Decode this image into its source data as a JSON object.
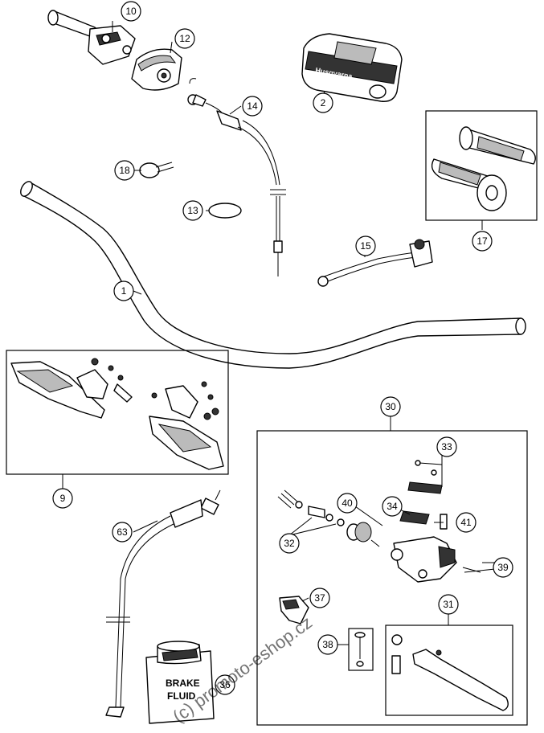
{
  "diagram": {
    "callouts": [
      {
        "id": "c10",
        "label": "10"
      },
      {
        "id": "c12",
        "label": "12"
      },
      {
        "id": "c2",
        "label": "2"
      },
      {
        "id": "c14",
        "label": "14"
      },
      {
        "id": "c17",
        "label": "17"
      },
      {
        "id": "c18",
        "label": "18"
      },
      {
        "id": "c13",
        "label": "13"
      },
      {
        "id": "c15",
        "label": "15"
      },
      {
        "id": "c1",
        "label": "1"
      },
      {
        "id": "c9",
        "label": "9"
      },
      {
        "id": "c30",
        "label": "30"
      },
      {
        "id": "c33",
        "label": "33"
      },
      {
        "id": "c40",
        "label": "40"
      },
      {
        "id": "c34",
        "label": "34"
      },
      {
        "id": "c41",
        "label": "41"
      },
      {
        "id": "c32",
        "label": "32"
      },
      {
        "id": "c39",
        "label": "39"
      },
      {
        "id": "c63",
        "label": "63"
      },
      {
        "id": "c37",
        "label": "37"
      },
      {
        "id": "c31",
        "label": "31"
      },
      {
        "id": "c38",
        "label": "38"
      },
      {
        "id": "c36",
        "label": "36"
      }
    ],
    "pad_brand": "Husqvarna",
    "bottle_label_line1": "BRAKE",
    "bottle_label_line2": "FLUID",
    "watermark": "(c) promoto-eshop.cz"
  }
}
